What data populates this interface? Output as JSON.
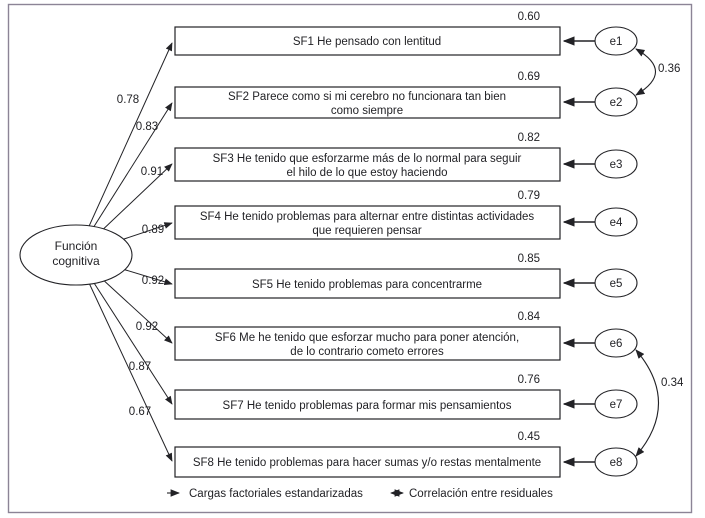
{
  "figure": {
    "factor": {
      "name": "Función cognitiva",
      "lines": [
        "Función",
        "cognitiva"
      ]
    },
    "indicators": [
      {
        "id": "SF1",
        "lines": [
          "SF1 He pensado con lentitud"
        ],
        "loading": "0.78",
        "variance": "0.60",
        "error": "e1"
      },
      {
        "id": "SF2",
        "lines": [
          "SF2 Parece como si mi cerebro no funcionara tan bien",
          "como siempre"
        ],
        "loading": "0.83",
        "variance": "0.69",
        "error": "e2"
      },
      {
        "id": "SF3",
        "lines": [
          "SF3 He tenido que esforzarme más de lo normal para seguir",
          "el hilo de lo que estoy haciendo"
        ],
        "loading": "0.91",
        "variance": "0.82",
        "error": "e3"
      },
      {
        "id": "SF4",
        "lines": [
          "SF4 He tenido problemas para alternar entre distintas actividades",
          "que requieren pensar"
        ],
        "loading": "0.89",
        "variance": "0.79",
        "error": "e4"
      },
      {
        "id": "SF5",
        "lines": [
          "SF5 He tenido problemas para concentrarme"
        ],
        "loading": "0.92",
        "variance": "0.85",
        "error": "e5"
      },
      {
        "id": "SF6",
        "lines": [
          "SF6 Me he tenido que esforzar mucho para poner atención,",
          "de lo contrario cometo errores"
        ],
        "loading": "0.92",
        "variance": "0.84",
        "error": "e6"
      },
      {
        "id": "SF7",
        "lines": [
          "SF7 He tenido problemas para formar mis pensamientos"
        ],
        "loading": "0.87",
        "variance": "0.76",
        "error": "e7"
      },
      {
        "id": "SF8",
        "lines": [
          "SF8 He tenido problemas para hacer sumas y/o restas mentalmente"
        ],
        "loading": "0.67",
        "variance": "0.45",
        "error": "e8"
      }
    ],
    "residual_correlations": [
      {
        "from": "e1",
        "to": "e2",
        "value": "0.36"
      },
      {
        "from": "e6",
        "to": "e8",
        "value": "0.34"
      }
    ],
    "legend": {
      "items": [
        {
          "icon": "right-arrow",
          "label": "Cargas factoriales estandarizadas"
        },
        {
          "icon": "double-arrow",
          "label": "Correlación entre residuales"
        }
      ]
    }
  },
  "colors": {
    "frame": "#8c8496",
    "line": "#222226",
    "text": "#222226",
    "background": "#ffffff"
  }
}
